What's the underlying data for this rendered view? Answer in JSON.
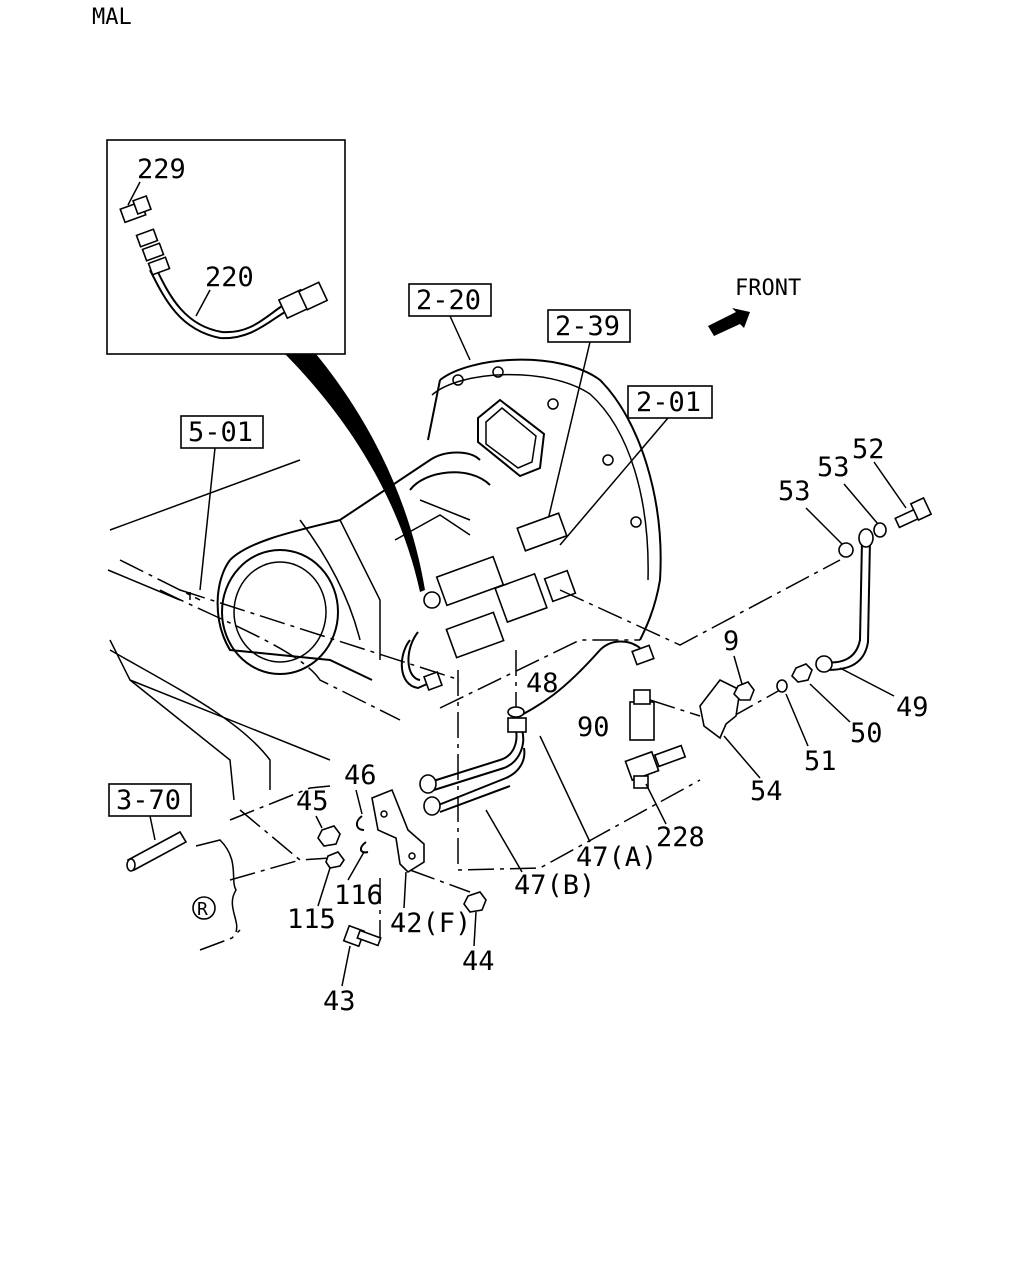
{
  "header": {
    "code": "MAL"
  },
  "front_label": "FRONT",
  "ref_boxes": [
    "2-20",
    "2-39",
    "2-01",
    "5-01",
    "3-70"
  ],
  "inset_callouts": [
    "229",
    "220"
  ],
  "callouts": [
    "52",
    "53",
    "53",
    "49",
    "50",
    "51",
    "9",
    "54",
    "48",
    "90",
    "228",
    "47(A)",
    "47(B)",
    "46",
    "45",
    "116",
    "115",
    "42(F)",
    "44",
    "43"
  ],
  "r_marker": "R"
}
